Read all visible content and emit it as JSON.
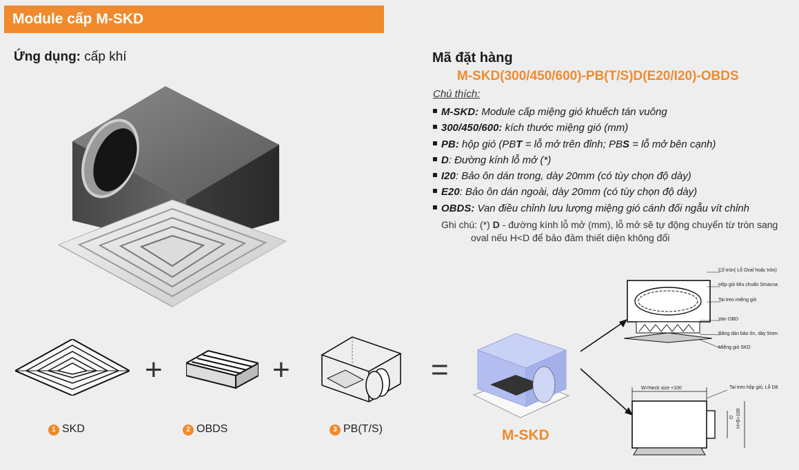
{
  "header": {
    "title": "Module cấp M-SKD"
  },
  "application": {
    "label": "Ứng dụng:",
    "value": "cấp khí"
  },
  "order": {
    "heading": "Mã đặt hàng",
    "code": "M-SKD(300/450/600)-PB(T/S)D(E20/I20)-OBDS",
    "notes_heading": "Chú thích:",
    "items": [
      {
        "key": "M-SKD:",
        "text": "Module cấp miệng gió khuếch tán vuông"
      },
      {
        "key": "300/450/600:",
        "text": "kích thước miệng gió (mm)"
      },
      {
        "key": "PB:",
        "text": "hộp gió (PB",
        "key2": "T",
        "text2": " = lỗ mở trên đỉnh; PB",
        "key3": "S",
        "text3": " = lỗ mở bên cạnh)"
      },
      {
        "key": "D",
        "text": ": Đường kính lỗ mở (*)"
      },
      {
        "key": "I20",
        "text": ": Bảo ôn dán trong, dày 20mm (có tùy chọn độ dày)"
      },
      {
        "key": "E20",
        "text": ": Bảo ôn dán ngoài, dày 20mm (có tùy chọn độ dày)"
      },
      {
        "key": "OBDS:",
        "text": "Van điều chỉnh lưu lượng miệng gió cánh đối ngẫu vít chỉnh"
      }
    ],
    "footnote_prefix": "Ghi chú: (*) ",
    "footnote_key": "D",
    "footnote_line1": " - đường kính lỗ mở (mm), lỗ mở sẽ tự động chuyển từ tròn sang",
    "footnote_line2": "oval nếu H<D để bảo đảm thiết diện không đổi"
  },
  "components": [
    {
      "number": "1",
      "label": "SKD"
    },
    {
      "number": "2",
      "label": "OBDS"
    },
    {
      "number": "3",
      "label": "PB(T/S)"
    }
  ],
  "operators": {
    "plus": "+",
    "equals": "="
  },
  "result": {
    "label": "M-SKD"
  },
  "drawing_top": {
    "callouts": [
      "Cổ tròn( Lỗ Oval hoặc tròn)",
      "Hộp gió tiêu chuẩn Smacna",
      "Tai treo miệng gió",
      "Van OBD",
      "Băng dán bảo ôn, dày 5mm",
      "Miệng gió SKD"
    ]
  },
  "drawing_bottom": {
    "width_label": "W=Neck size +100",
    "hanger_label": "Tai treo hộp gió, Lỗ D8",
    "height_label": "H=B+100",
    "d_label": "D"
  },
  "colors": {
    "accent": "#f08a2c",
    "background": "#eeeeee",
    "box_glass": "#b9c4f2"
  },
  "icons": [
    "number-badge-icon"
  ]
}
